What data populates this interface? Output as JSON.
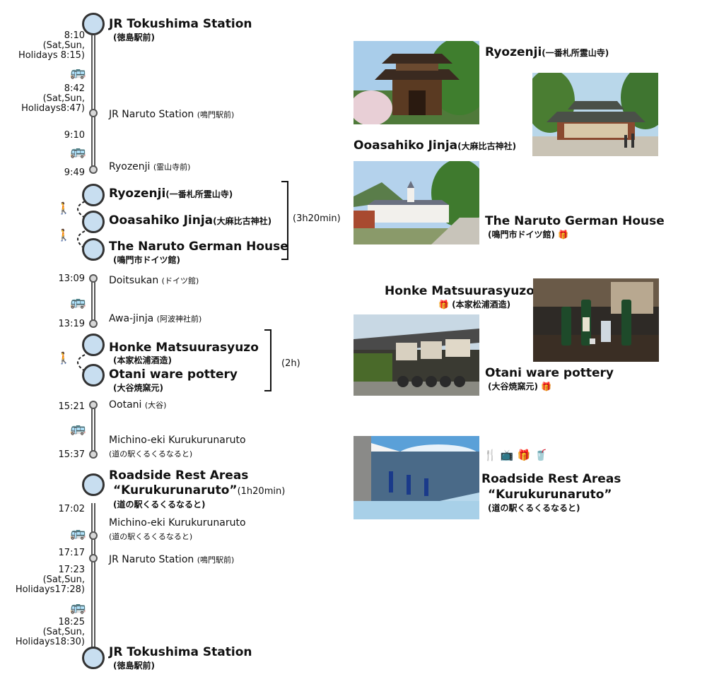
{
  "route": {
    "start": {
      "name": "JR Tokushima Station",
      "jp": "(徳島駅前)"
    },
    "end": {
      "name": "JR Tokushima Station",
      "jp": "(徳島駅前)"
    },
    "times": {
      "t1": "8:10\n(Sat,Sun,\nHolidays 8:15)",
      "t2": "8:42\n(Sat,Sun,\nHolidays8:47)",
      "t3": "9:10",
      "t4": "9:49",
      "t5": "13:09",
      "t6": "13:19",
      "t7": "15:21",
      "t8": "15:37",
      "t9": "17:02",
      "t10": "17:17",
      "t11": "17:23\n(Sat,Sun,\nHolidays17:28)",
      "t12": "18:25\n(Sat,Sun,\nHolidays18:30)"
    },
    "stops": {
      "naruto1": {
        "name": "JR Naruto Station",
        "jp": "(鳴門駅前)"
      },
      "ryozenji_stop": {
        "name": "Ryozenji",
        "jp": "(霊山寺前)"
      },
      "doitsukan": {
        "name": "Doitsukan",
        "jp": "(ドイツ館)"
      },
      "awajinja": {
        "name": "Awa-jinja",
        "jp": "(阿波神社前)"
      },
      "ootani": {
        "name": "Ootani",
        "jp": "(大谷)"
      },
      "michi1": {
        "name": "Michino-eki Kurukurunaruto",
        "jp": "(道の駅くるくるなると)"
      },
      "michi2": {
        "name": "Michino-eki Kurukurunaruto",
        "jp": "(道の駅くるくるなると)"
      },
      "naruto2": {
        "name": "JR Naruto Station",
        "jp": "(鳴門駅前)"
      }
    },
    "spots": {
      "ryozenji": {
        "name": "Ryozenji",
        "jp": "(一番札所霊山寺)"
      },
      "ooasahiko": {
        "name": "Ooasahiko Jinja",
        "jp": "(大麻比古神社)"
      },
      "german": {
        "name": "The Naruto German House",
        "jp": "(鳴門市ドイツ館)"
      },
      "honke": {
        "name": "Honke Matsuurasyuzo",
        "jp": "(本家松浦酒造)"
      },
      "otani": {
        "name": "Otani ware pottery",
        "jp": "(大谷焼窯元)"
      },
      "roadside": {
        "name": "Roadside Rest Areas",
        "name2": "“Kurukurunaruto”",
        "jp": "(道の駅くるくるなると)"
      }
    },
    "durations": {
      "d1": "(3h20min)",
      "d2": "(2h)",
      "d3": "(1h20min)"
    }
  },
  "photos": {
    "ryozenji": {
      "title": "Ryozenji",
      "jp": "(一番札所霊山寺)"
    },
    "ooasahiko": {
      "title": "Ooasahiko Jinja",
      "jp": "(大麻比古神社)"
    },
    "german": {
      "title": "The Naruto German House",
      "jp": "(鳴門市ドイツ館)"
    },
    "honke": {
      "title": "Honke Matsuurasyuzo",
      "jp": "(本家松浦酒造)"
    },
    "otani": {
      "title": "Otani ware pottery",
      "jp": "(大谷焼窯元)"
    },
    "roadside": {
      "title": "Roadside Rest Areas",
      "title2": "“Kurukurunaruto”",
      "jp": "(道の駅くるくるなると)"
    }
  },
  "icons": {
    "bus": "bus-icon",
    "walk": "walk-icon",
    "gift": "gift-icon",
    "restaurant": "restaurant-icon",
    "tv": "tv-icon",
    "drink": "drink-icon"
  },
  "colors": {
    "node": "#c8def0",
    "line": "#333333"
  }
}
